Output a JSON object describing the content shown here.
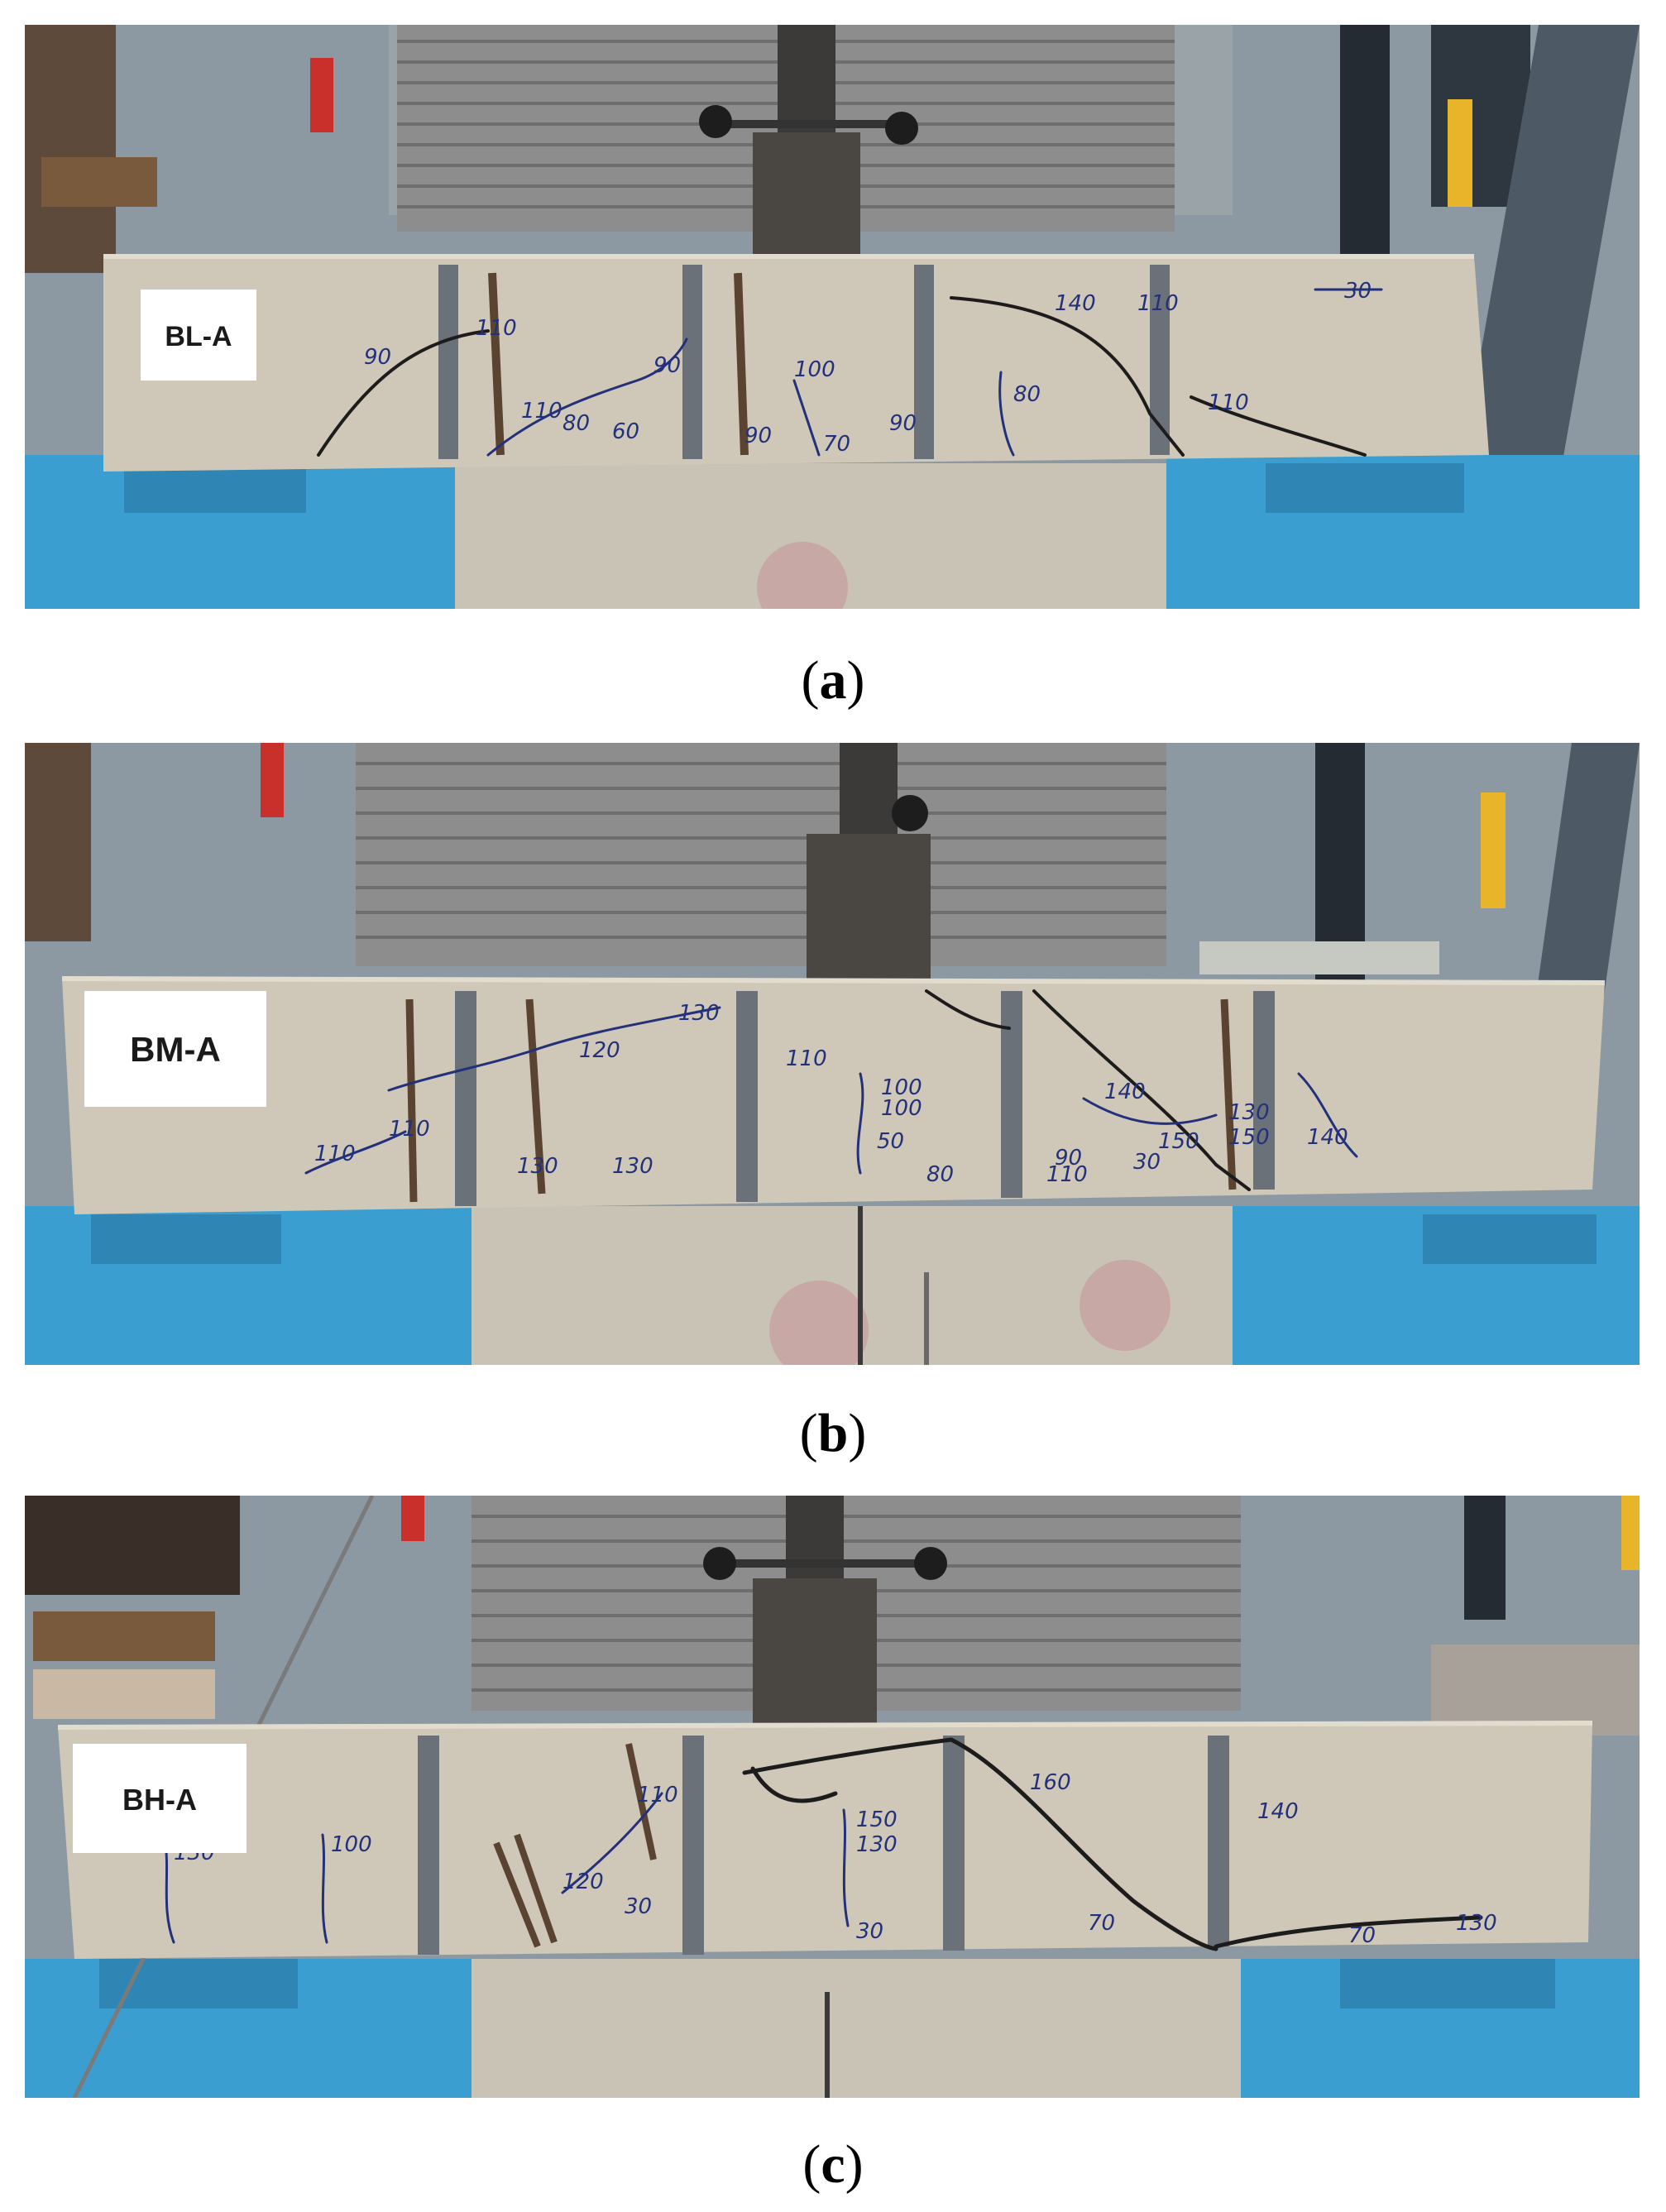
{
  "panels": [
    {
      "id": "a",
      "specimen_label": "BL-A",
      "caption_letter": "a",
      "crack_marks": [
        "90",
        "110",
        "110",
        "80",
        "60",
        "90",
        "100",
        "90",
        "70",
        "90",
        "80",
        "110",
        "30",
        "110",
        "140"
      ]
    },
    {
      "id": "b",
      "specimen_label": "BM-A",
      "caption_letter": "b",
      "crack_marks": [
        "110",
        "110",
        "120",
        "130",
        "130",
        "110",
        "130",
        "100",
        "110",
        "100",
        "50",
        "80",
        "140",
        "90",
        "150",
        "30",
        "130",
        "150",
        "140"
      ]
    },
    {
      "id": "c",
      "specimen_label": "BH-A",
      "caption_letter": "c",
      "crack_marks": [
        "130",
        "100",
        "120",
        "110",
        "130",
        "30",
        "150",
        "30",
        "160",
        "140",
        "70",
        "70",
        "130"
      ]
    }
  ],
  "colors": {
    "beam": "#cfc8b8",
    "support_blue": "#3a9ed0",
    "floor": "#c9c3b5",
    "shutter": "#8d8d8d",
    "wall": "#7d8e9b",
    "steel_strip": "#6b7178",
    "pen_ink": "#23307a"
  }
}
